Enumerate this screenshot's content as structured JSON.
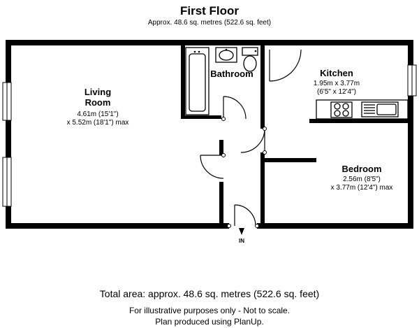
{
  "header": {
    "title": "First Floor",
    "subtitle": "Approx. 48.6 sq. metres (522.6 sq. feet)"
  },
  "rooms": {
    "living": {
      "name_line1": "Living",
      "name_line2": "Room",
      "dim1": "4.61m (15'1\")",
      "dim2": "x 5.52m (18'1\") max"
    },
    "bathroom": {
      "name": "Bathroom"
    },
    "kitchen": {
      "name": "Kitchen",
      "dim1": "1.95m x 3.77m",
      "dim2": "(6'5\" x 12'4\")"
    },
    "bedroom": {
      "name": "Bedroom",
      "dim1": "2.56m (8'5\")",
      "dim2": "x 3.77m (12'4\") max"
    }
  },
  "entrance_label": "IN",
  "footer": {
    "total_area": "Total area: approx.  48.6 sq. metres (522.6 sq. feet)",
    "disclaimer": "For illustrative purposes only - Not to scale.",
    "credit": "Plan produced using PlanUp."
  }
}
